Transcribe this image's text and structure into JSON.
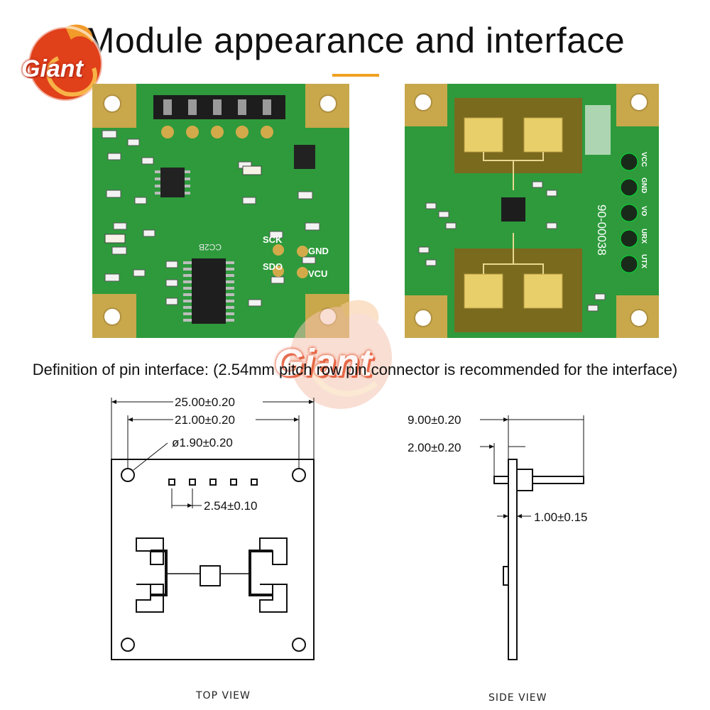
{
  "title": "Module appearance and interface",
  "logo": {
    "brand": "Giant"
  },
  "front_board": {
    "silkscreen": [
      "CC2B",
      "SCK",
      "GND",
      "SDO",
      "VCU"
    ]
  },
  "back_board": {
    "pin_labels": [
      "VCC",
      "GND",
      "VO",
      "URX",
      "UTX"
    ],
    "part_number": "90-00038"
  },
  "pin_definition": "Definition of pin interface: (2.54mm pitch row pin connector is recommended for the interface)",
  "drawing": {
    "top_view": {
      "label": "TOP VIEW",
      "dim_overall_width": "25.00±0.20",
      "dim_hole_spacing": "21.00±0.20",
      "dim_hole_diameter": "ø1.90±0.20",
      "dim_pin_pitch": "2.54±0.10"
    },
    "side_view": {
      "label": "SIDE VIEW",
      "dim_total": "9.00±0.20",
      "dim_header": "2.00±0.20",
      "dim_thickness": "1.00±0.15"
    }
  },
  "colors": {
    "pcb": "#2e9a3c",
    "gold": "#c8a84b",
    "accent": "#f0a020",
    "brand": "#e0401a"
  }
}
